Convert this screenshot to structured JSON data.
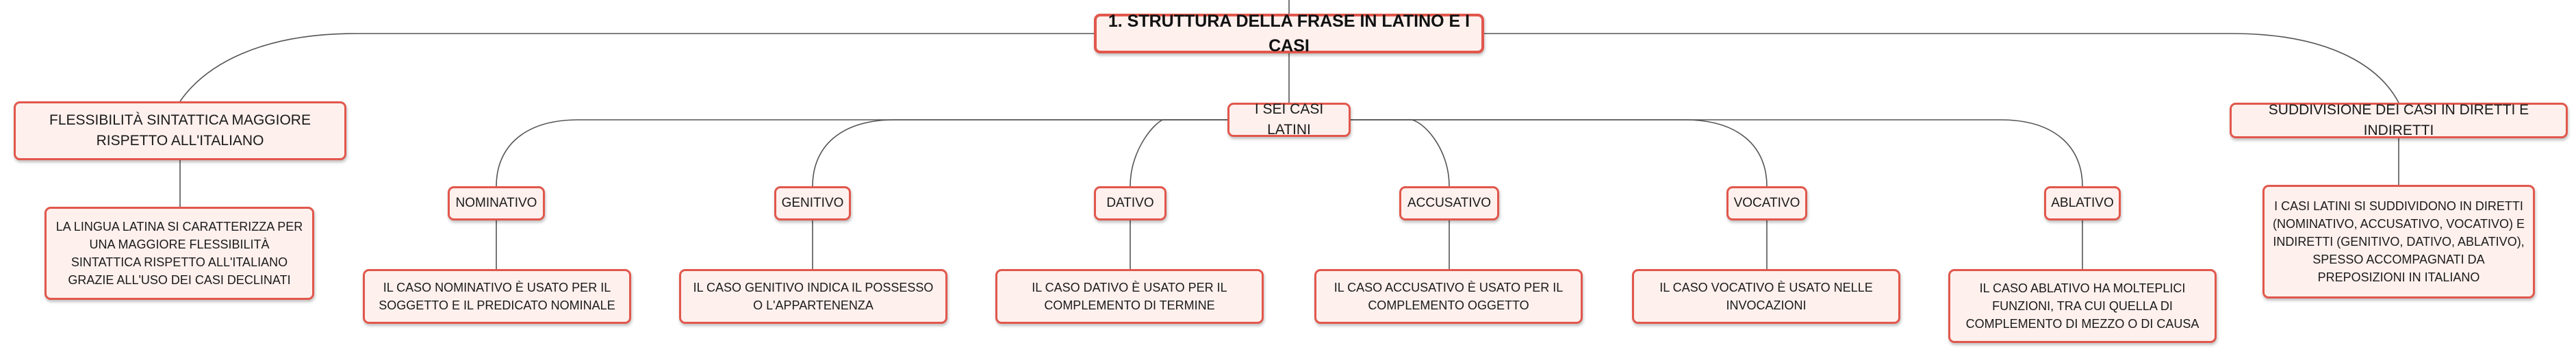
{
  "root": {
    "label": "1. STRUTTURA DELLA FRASE IN LATINO E I CASI"
  },
  "left_branch": {
    "title": "FLESSIBILITÀ SINTATTICA MAGGIORE RISPETTO ALL'ITALIANO",
    "description": "LA LINGUA LATINA SI CARATTERIZZA PER UNA MAGGIORE FLESSIBILITÀ SINTATTICA RISPETTO ALL'ITALIANO GRAZIE ALL'USO DEI CASI DECLINATI"
  },
  "center_branch": {
    "title": "I SEI CASI LATINI",
    "cases": [
      {
        "name": "NOMINATIVO",
        "description": "IL CASO NOMINATIVO È USATO PER IL SOGGETTO E IL PREDICATO NOMINALE"
      },
      {
        "name": "GENITIVO",
        "description": "IL CASO GENITIVO INDICA IL POSSESSO O L'APPARTENENZA"
      },
      {
        "name": "DATIVO",
        "description": "IL CASO DATIVO È USATO PER IL COMPLEMENTO DI TERMINE"
      },
      {
        "name": "ACCUSATIVO",
        "description": "IL CASO ACCUSATIVO È USATO PER IL COMPLEMENTO OGGETTO"
      },
      {
        "name": "VOCATIVO",
        "description": "IL CASO VOCATIVO È USATO NELLE INVOCAZIONI"
      },
      {
        "name": "ABLATIVO",
        "description": "IL CASO ABLATIVO HA MOLTEPLICI FUNZIONI, TRA CUI QUELLA DI COMPLEMENTO DI MEZZO O DI CAUSA"
      }
    ]
  },
  "right_branch": {
    "title": "SUDDIVISIONE DEI CASI IN DIRETTI E INDIRETTI",
    "description": "I CASI LATINI SI SUDDIVIDONO IN DIRETTI (NOMINATIVO, ACCUSATIVO, VOCATIVO) E INDIRETTI (GENITIVO, DATIVO, ABLATIVO), SPESSO ACCOMPAGNATI DA PREPOSIZIONI IN ITALIANO"
  },
  "colors": {
    "border": "#e2574c",
    "fill": "#fdf0ed",
    "line": "#555555"
  }
}
